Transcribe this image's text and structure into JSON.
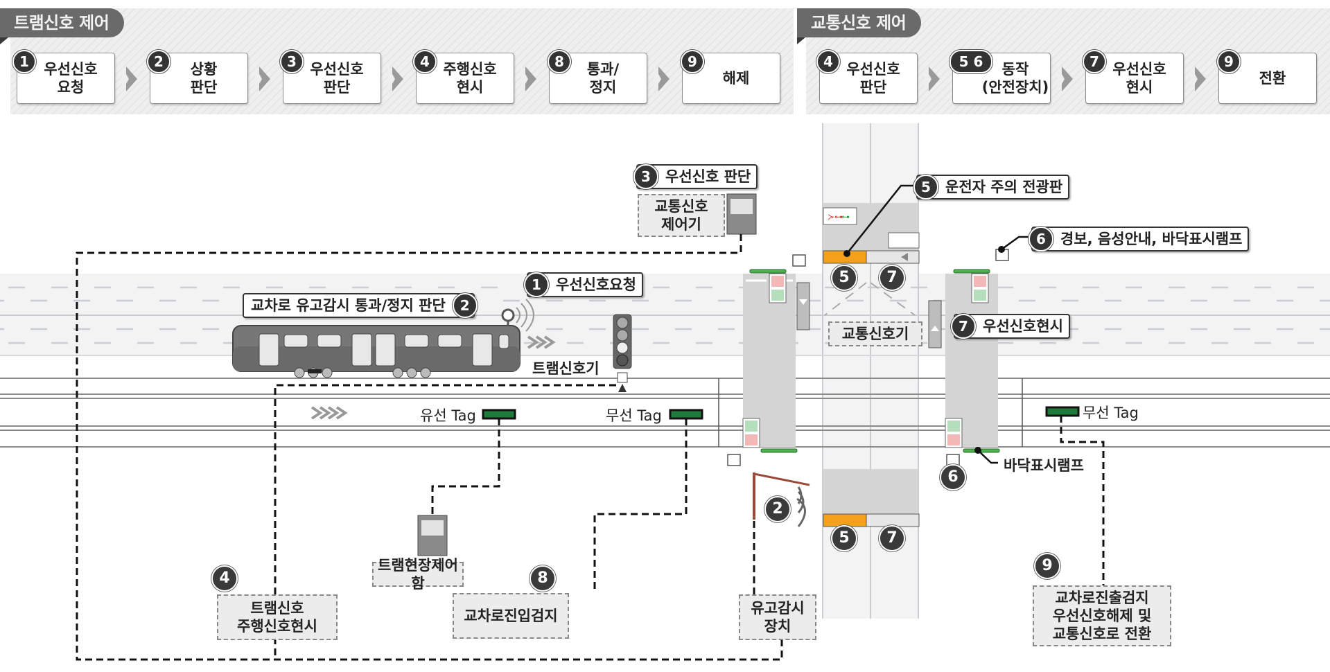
{
  "colors": {
    "tag_bg": "#6a6a6a",
    "badge": "#333333",
    "road": "#f3f3f3",
    "lane_dash": "#c9ccd0",
    "tag_green": "#1f7a3c",
    "vms_orange": "#f5a01a",
    "ped_red": "#e03030",
    "ped_green": "#2aa040",
    "floor_lamp": "#4caf50",
    "pole_brown": "#9b4a3a"
  },
  "header": {
    "tram_control": {
      "title": "트램신호 제어",
      "steps": [
        {
          "num": "1",
          "label": "우선신호\n요청"
        },
        {
          "num": "2",
          "label": "상황\n판단"
        },
        {
          "num": "3",
          "label": "우선신호\n판단"
        },
        {
          "num": "4",
          "label": "주행신호\n현시"
        },
        {
          "num": "8",
          "label": "통과/\n정지"
        },
        {
          "num": "9",
          "label": "해제"
        }
      ]
    },
    "traffic_control": {
      "title": "교통신호 제어",
      "steps": [
        {
          "num": "4",
          "label": "우선신호\n판단"
        },
        {
          "num": "5 6",
          "label": "동작\n(안전장치)"
        },
        {
          "num": "7",
          "label": "우선신호\n현시"
        },
        {
          "num": "9",
          "label": "전환"
        }
      ]
    }
  },
  "diagram": {
    "callouts": {
      "priority_judgement": {
        "num": "3",
        "text": "우선신호 판단"
      },
      "priority_request": {
        "num": "1",
        "text": "우선신호요청"
      },
      "intersection_monitor": {
        "num": "2",
        "text": "교차로 유고감시 통과/정지 판단"
      },
      "driver_vms": {
        "num": "5",
        "text": "운전자 주의 전광판"
      },
      "alarm": {
        "num": "6",
        "text": "경보, 음성안내, 바닥표시램프"
      },
      "priority_display": {
        "num": "7",
        "text": "우선신호현시"
      }
    },
    "boxes": {
      "traffic_controller": "교통신호\n제어기",
      "traffic_signal": "교통신호기",
      "tram_field_box": "트램현장제어함",
      "tram_signal_display": "트램신호\n주행신호현시",
      "entry_detection": "교차로진입검지",
      "incident_device": "유고감시\n장치",
      "exit_detection": "교차로진출검지\n우선신호해제 및\n교통신호로 전환"
    },
    "labels": {
      "tram_signal": "트램신호기",
      "wired_tag": "유선 Tag",
      "wireless_tag_1": "무선 Tag",
      "wireless_tag_2": "무선 Tag",
      "floor_lamp": "바닥표시램프"
    },
    "badges": {
      "b4": "4",
      "b8": "8",
      "b9": "9",
      "b2": "2",
      "b5_top": "5",
      "b7_top": "7",
      "b5_bottom": "5",
      "b7_bottom": "7",
      "b6": "6"
    }
  }
}
